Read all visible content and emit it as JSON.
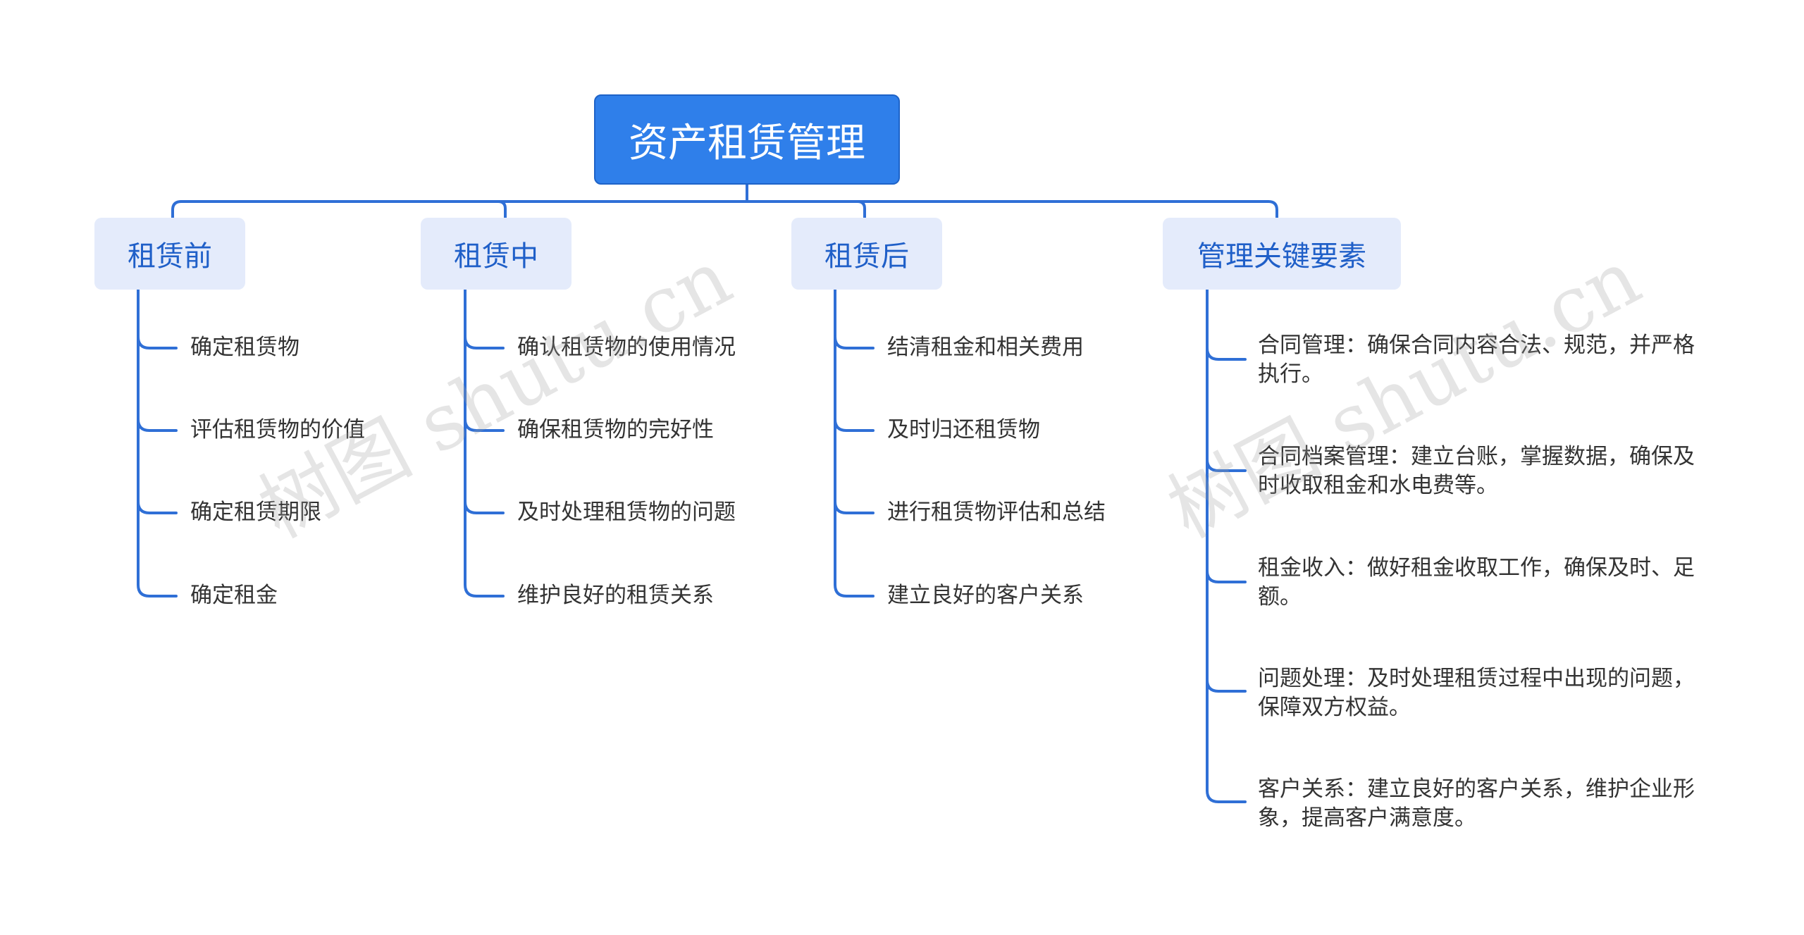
{
  "root": {
    "label": "资产租赁管理"
  },
  "branches": [
    {
      "label": "租赁前",
      "items": [
        "确定租赁物",
        "评估租赁物的价值",
        "确定租赁期限",
        "确定租金"
      ]
    },
    {
      "label": "租赁中",
      "items": [
        "确认租赁物的使用情况",
        "确保租赁物的完好性",
        "及时处理租赁物的问题",
        "维护良好的租赁关系"
      ]
    },
    {
      "label": "租赁后",
      "items": [
        "结清租金和相关费用",
        "及时归还租赁物",
        "进行租赁物评估和总结",
        "建立良好的客户关系"
      ]
    },
    {
      "label": "管理关键要素",
      "items": [
        "合同管理：确保合同内容合法、规范，并严格执行。",
        "合同档案管理：建立台账，掌握数据，确保及时收取租金和水电费等。",
        "租金收入：做好租金收取工作，确保及时、足额。",
        "问题处理：及时处理租赁过程中出现的问题，保障双方权益。",
        "客户关系：建立良好的客户关系，维护企业形象，提高客户满意度。"
      ]
    }
  ],
  "watermark": {
    "text": "树图 shutu.cn"
  },
  "colors": {
    "root_fill": "#2f7fea",
    "branch_fill": "#e4ebfb",
    "branch_text": "#1f5fc8",
    "line": "#2f6fd6",
    "leaf_text": "#333333"
  }
}
